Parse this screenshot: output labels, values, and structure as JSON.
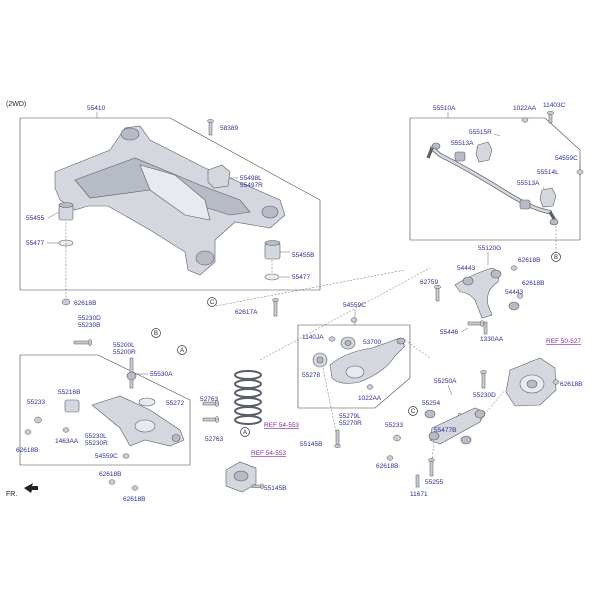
{
  "variant_label": "(2WD)",
  "fr_label": "FR.",
  "labels": {
    "l55410": "55410",
    "l58389": "58389",
    "l55498L": "55498L",
    "l55497R": "55497R",
    "l55455a": "55455",
    "l55477a": "55477",
    "l55455b": "55455B",
    "l55477b": "55477",
    "l62618a": "62618B",
    "l62617A": "62617A",
    "l55510A": "55510A",
    "l1022AAa": "1022AA",
    "l11403C": "11403C",
    "l55515R": "55515R",
    "l55513Aa": "55513A",
    "l54559Ca": "54559C",
    "l55514L": "55514L",
    "l55513Ab": "55513A",
    "l55120G": "55120G",
    "l54443a": "54443",
    "l62618b": "62618B",
    "l62759": "62759",
    "l62618c": "62618B",
    "l54443b": "54443",
    "l55446": "55446",
    "l1330AA": "1330AA",
    "l54559Cb": "54559C",
    "l1140JA": "1140JA",
    "l53700": "53700",
    "l55278": "55278",
    "l1022AAb": "1022AA",
    "l55279L": "55279L",
    "l55270R": "55270R",
    "l55145Ba": "55145B",
    "l55230D": "55230D",
    "l55230B": "55230B",
    "l55200L": "55200L",
    "l55200R": "55200R",
    "l55530A": "55530A",
    "l55216B": "55216B",
    "l55233a": "55233",
    "l55272": "55272",
    "l52763a": "52763",
    "l52763b": "52763",
    "l1463AA": "1463AA",
    "l55230L": "55230L",
    "l55230R": "55230R",
    "l62618d": "62618B",
    "l54559Cc": "54559C",
    "l62618e": "62618B",
    "l62618f": "62618B",
    "l55145Bb": "55145B",
    "l55250A": "55250A",
    "l55230Db": "55230D",
    "l55254a": "55254",
    "l55254b": "55254",
    "l55233b": "55233",
    "l55477B": "55477B",
    "l62618g": "62618B",
    "l55255": "55255",
    "l11671": "11671",
    "l62618h": "62618B"
  },
  "refs": {
    "ref_54_553a": "REF 54-553",
    "ref_54_553b": "REF 54-553",
    "ref_50_527": "REF 50-527"
  },
  "callouts": {
    "A": "A",
    "B": "B",
    "C": "C"
  }
}
